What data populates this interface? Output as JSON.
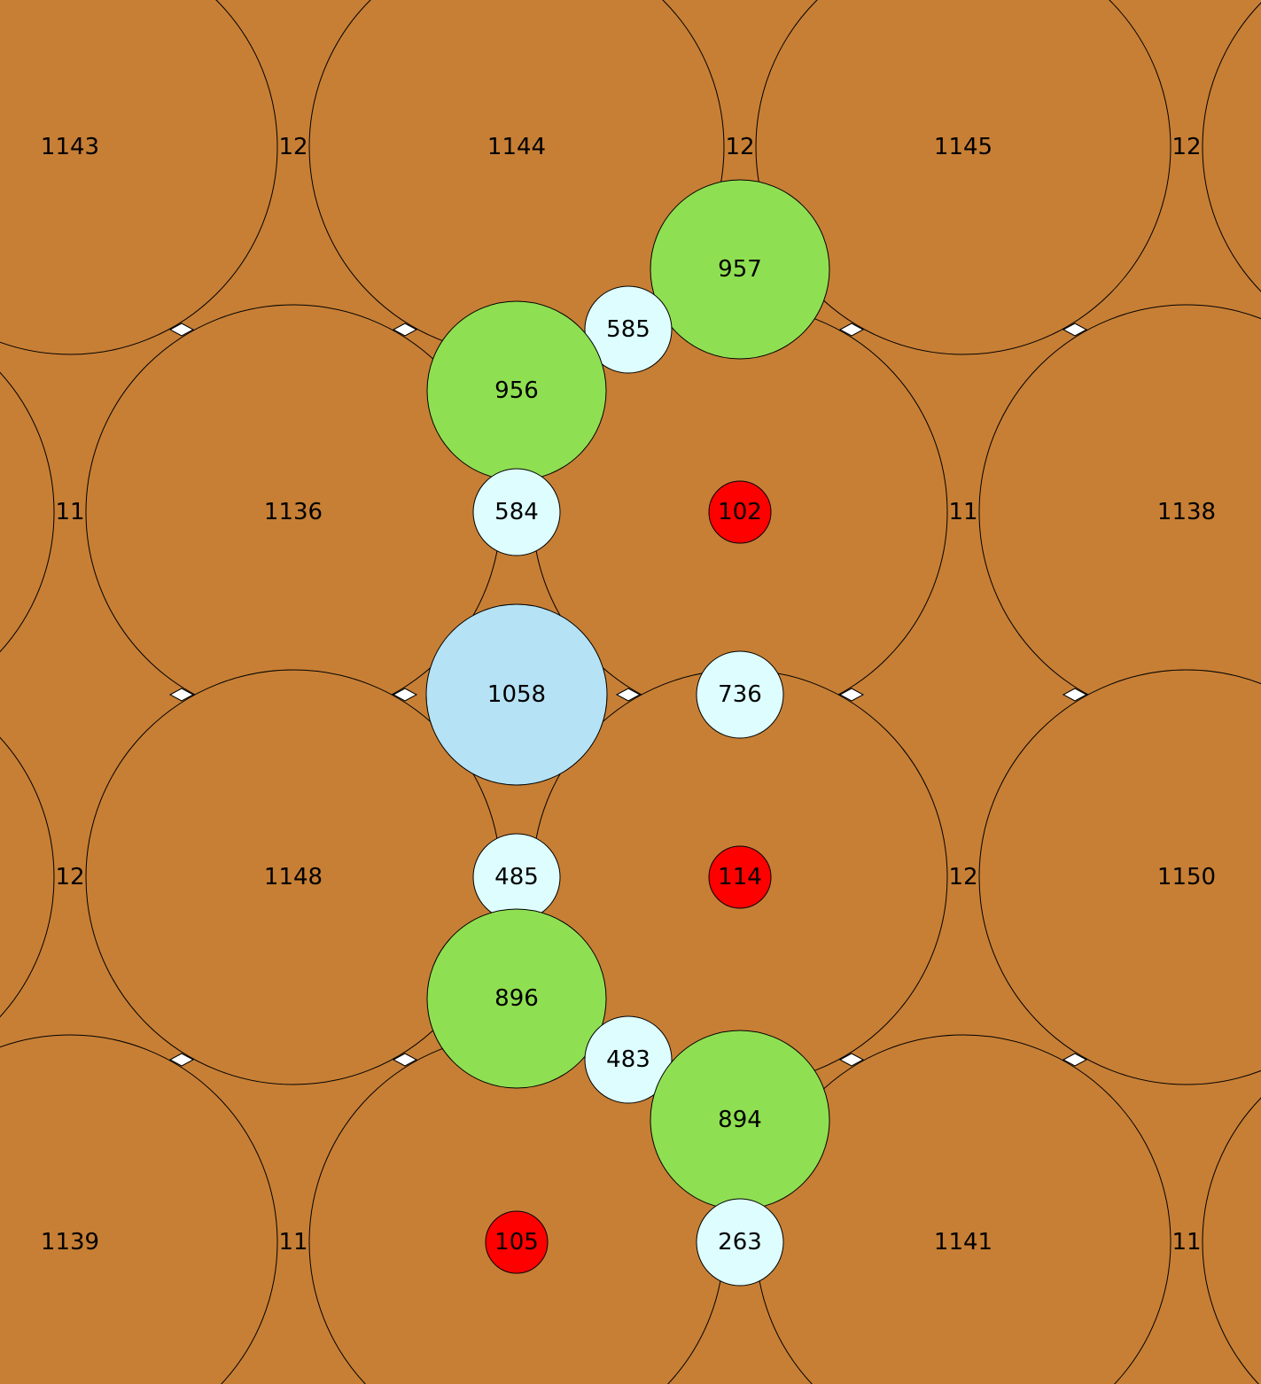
{
  "colors": {
    "background": "#ffffff",
    "large_atom": "#c77f35",
    "green_atom": "#8fdf52",
    "light_blue_atom": "#b5e2f4",
    "pale_atom": "#ddfdff",
    "red_atom": "#ff0000",
    "outline": "#000000"
  },
  "large_atoms": [
    {
      "label": "1143"
    },
    {
      "label": "1144"
    },
    {
      "label": "1145"
    },
    {
      "label": ""
    },
    {
      "label": ""
    },
    {
      "label": "1136"
    },
    {
      "label": ""
    },
    {
      "label": "1138"
    },
    {
      "label": ""
    },
    {
      "label": "1148"
    },
    {
      "label": ""
    },
    {
      "label": "1150"
    },
    {
      "label": "1139"
    },
    {
      "label": ""
    },
    {
      "label": "1141"
    },
    {
      "label": ""
    }
  ],
  "gap_labels": [
    {
      "label": "12"
    },
    {
      "label": "12"
    },
    {
      "label": "12"
    },
    {
      "label": "11"
    },
    {
      "label": "11"
    },
    {
      "label": "12"
    },
    {
      "label": "12"
    },
    {
      "label": "11"
    },
    {
      "label": "11"
    }
  ],
  "small_atoms": [
    {
      "label": "957",
      "kind": "green"
    },
    {
      "label": "585",
      "kind": "pale"
    },
    {
      "label": "956",
      "kind": "green"
    },
    {
      "label": "584",
      "kind": "pale"
    },
    {
      "label": "102",
      "kind": "red"
    },
    {
      "label": "1058",
      "kind": "light_blue"
    },
    {
      "label": "736",
      "kind": "pale"
    },
    {
      "label": "485",
      "kind": "pale"
    },
    {
      "label": "114",
      "kind": "red"
    },
    {
      "label": "896",
      "kind": "green"
    },
    {
      "label": "483",
      "kind": "pale"
    },
    {
      "label": "894",
      "kind": "green"
    },
    {
      "label": "105",
      "kind": "red"
    },
    {
      "label": "263",
      "kind": "pale"
    }
  ]
}
